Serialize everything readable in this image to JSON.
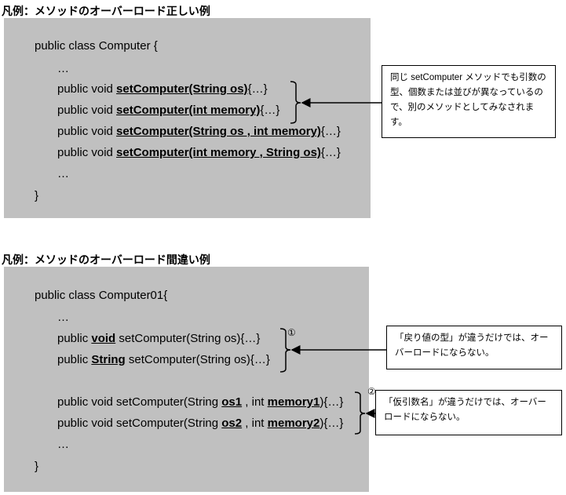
{
  "good": {
    "title": "凡例：メソッドのオーバーロード正しい例",
    "lines": [
      [
        {
          "t": "public class Computer {",
          "b": false
        }
      ],
      [
        {
          "t": "…",
          "b": false
        }
      ],
      [
        {
          "t": "public void ",
          "b": false
        },
        {
          "t": "setComputer(String os)",
          "b": true
        },
        {
          "t": "{…}",
          "b": false
        }
      ],
      [
        {
          "t": "public void ",
          "b": false
        },
        {
          "t": "setComputer(int memory)",
          "b": true
        },
        {
          "t": "{…}",
          "b": false
        }
      ],
      [
        {
          "t": "public void ",
          "b": false
        },
        {
          "t": "setComputer(String os , int memory)",
          "b": true
        },
        {
          "t": "{…}",
          "b": false
        }
      ],
      [
        {
          "t": "public void ",
          "b": false
        },
        {
          "t": "setComputer(int memory , String os)",
          "b": true
        },
        {
          "t": "{…}",
          "b": false
        }
      ],
      [
        {
          "t": "…",
          "b": false
        }
      ],
      [
        {
          "t": "}",
          "b": false
        }
      ]
    ],
    "callout": "同じ setComputer メソッドでも引数の型、個数または並びが異なっているので、別のメソッドとしてみなされます。"
  },
  "bad": {
    "title": "凡例：メソッドのオーバーロード間違い例",
    "lines": [
      [
        {
          "t": "public class Computer01{",
          "b": false
        }
      ],
      [
        {
          "t": "…",
          "b": false
        }
      ],
      [
        {
          "t": "public ",
          "b": false
        },
        {
          "t": "void",
          "b": true
        },
        {
          "t": " setComputer(String os){…}",
          "b": false
        }
      ],
      [
        {
          "t": "public ",
          "b": false
        },
        {
          "t": "String",
          "b": true
        },
        {
          "t": " setComputer(String os){…}",
          "b": false
        }
      ],
      [
        {
          "t": "public void setComputer(String ",
          "b": false
        },
        {
          "t": "os1",
          "b": true
        },
        {
          "t": " , int ",
          "b": false
        },
        {
          "t": "memory1",
          "b": true
        },
        {
          "t": "){…}",
          "b": false
        }
      ],
      [
        {
          "t": "public void setComputer(String ",
          "b": false
        },
        {
          "t": "os2",
          "b": true
        },
        {
          "t": " , int ",
          "b": false
        },
        {
          "t": "memory2",
          "b": true
        },
        {
          "t": "){…}",
          "b": false
        }
      ],
      [
        {
          "t": "…",
          "b": false
        }
      ],
      [
        {
          "t": "}",
          "b": false
        }
      ]
    ],
    "marker1": "①",
    "marker2": "②",
    "callout1": "「戻り値の型」が違うだけでは、オーバーロードにならない。",
    "callout2": "「仮引数名」が違うだけでは、オーバーロードにならない。"
  }
}
